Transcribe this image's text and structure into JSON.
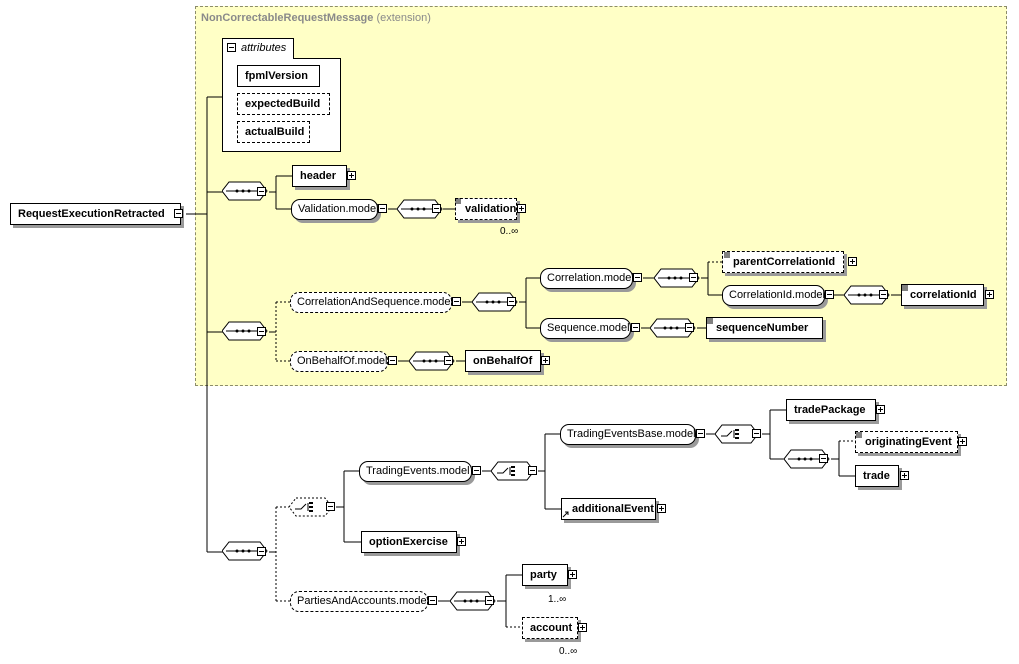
{
  "diagram": {
    "root": "RequestExecutionRetracted",
    "extension": {
      "base": "NonCorrectableRequestMessage",
      "label": "(extension)"
    },
    "attributes": {
      "label": "attributes",
      "items": [
        "fpmlVersion",
        "expectedBuild",
        "actualBuild"
      ]
    },
    "seq1": {
      "header": "header",
      "validation_model": "Validation.model",
      "validation": "validation",
      "validation_card": "0..∞"
    },
    "seq2": {
      "corr_and_seq": "CorrelationAndSequence.model",
      "correlation_model": "Correlation.model",
      "parent_correlation_id": "parentCorrelationId",
      "correlation_id_model": "CorrelationId.model",
      "correlation_id": "correlationId",
      "sequence_model": "Sequence.model",
      "sequence_number": "sequenceNumber",
      "on_behalf_of_model": "OnBehalfOf.model",
      "on_behalf_of": "onBehalfOf"
    },
    "seq3": {
      "trading_events_model": "TradingEvents.model",
      "trading_events_base_model": "TradingEventsBase.model",
      "trade_package": "tradePackage",
      "originating_event": "originatingEvent",
      "trade": "trade",
      "additional_event": "additionalEvent",
      "option_exercise": "optionExercise",
      "parties_and_accounts_model": "PartiesAndAccounts.model",
      "party": "party",
      "party_card": "1..∞",
      "account": "account",
      "account_card": "0..∞"
    }
  }
}
